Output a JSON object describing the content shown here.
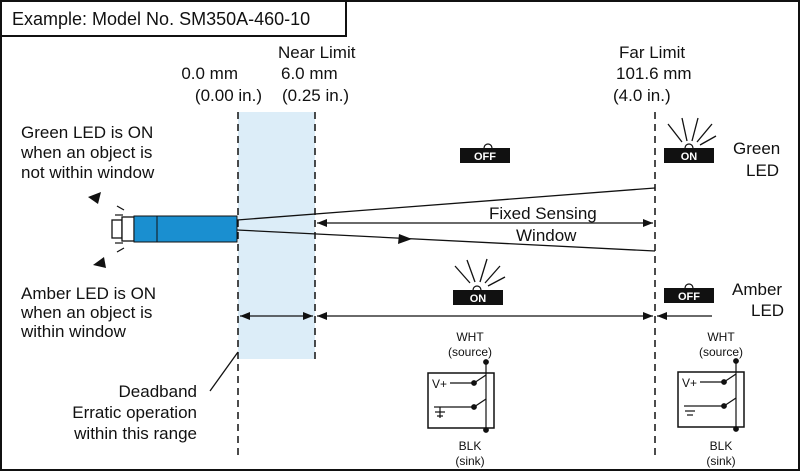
{
  "title": "Example: Model No. SM350A-460-10",
  "zero": {
    "mm": "0.0 mm",
    "in": "(0.00 in.)"
  },
  "near": {
    "label": "Near Limit",
    "mm": "6.0 mm",
    "in": "(0.25 in.)"
  },
  "far": {
    "label": "Far Limit",
    "mm": "101.6 mm",
    "in": "(4.0 in.)"
  },
  "green_note": [
    "Green LED is ON",
    "when an object is",
    "not within window"
  ],
  "amber_note": [
    "Amber LED is ON",
    "when an object is",
    "within window"
  ],
  "green_led_label": [
    "Green",
    "LED"
  ],
  "amber_led_label": [
    "Amber",
    "LED"
  ],
  "window_label": [
    "Fixed Sensing",
    "Window"
  ],
  "deadband": [
    "Deadband",
    "Erratic operation",
    "within this range"
  ],
  "led_off": "OFF",
  "led_on": "ON",
  "wht": "WHT",
  "source": "(source)",
  "blk": "BLK",
  "sink": "(sink)",
  "vplus": "V+",
  "colors": {
    "sensor": "#1a8fd0",
    "deadband": "#dcedf8",
    "led": "#111111"
  }
}
